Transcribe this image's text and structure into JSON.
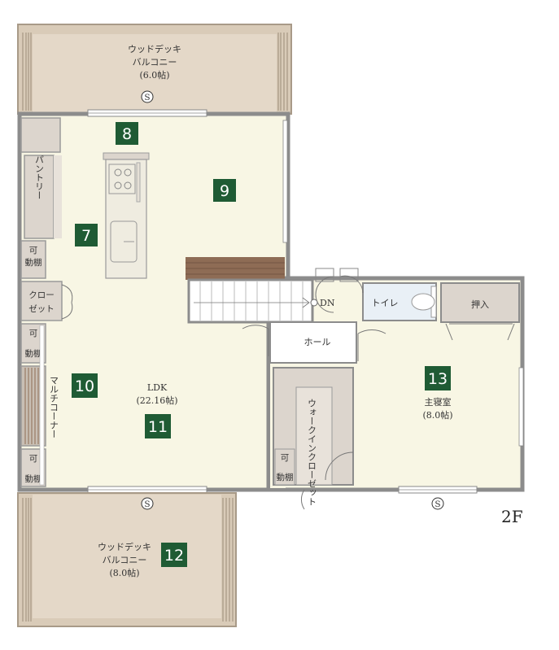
{
  "plan": {
    "floor_label": "2F",
    "colors": {
      "room_cream": "#f8f6e4",
      "deck": "#d9cbb8",
      "storage": "#dcd5cd",
      "wall": "#8c8c8c",
      "stair_wood": "#8e6c55",
      "badge": "#1f5b34"
    },
    "rooms": {
      "deck_top": {
        "line1": "ウッドデッキ",
        "line2": "バルコニー",
        "line3": "(6.0帖)"
      },
      "pantry": "パントリー",
      "shelf_1": [
        "可",
        "動棚"
      ],
      "closet": [
        "クロー",
        "ゼット"
      ],
      "shelf_2": [
        "可",
        "動棚"
      ],
      "multi_corner": "マルチコーナー",
      "shelf_3": [
        "可",
        "動棚"
      ],
      "ldk": {
        "name": "LDK",
        "size": "(22.16帖)"
      },
      "hall": "ホール",
      "stairs_dn": "DN",
      "toilet": "トイレ",
      "oshiire": "押入",
      "master": {
        "name": "主寝室",
        "size": "(8.0帖)"
      },
      "walkin": "ウォークインクローゼット",
      "shelf_4": [
        "可",
        "動棚"
      ],
      "deck_bottom": {
        "line1": "ウッドデッキ",
        "line2": "バルコニー",
        "line3": "(8.0帖)"
      }
    },
    "sash_marks": [
      "S",
      "S",
      "S"
    ],
    "badges": [
      "7",
      "8",
      "9",
      "10",
      "11",
      "12",
      "13"
    ]
  }
}
